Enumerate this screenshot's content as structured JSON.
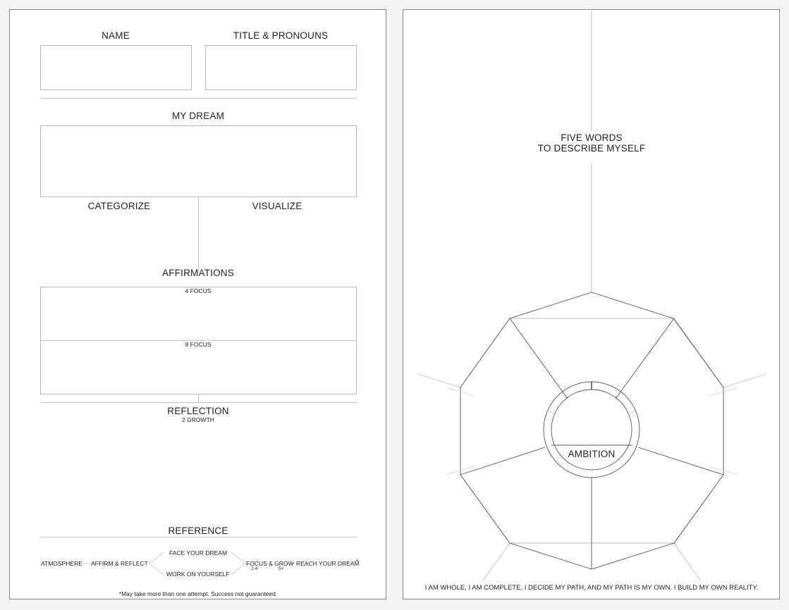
{
  "left_page": {
    "name_label": "NAME",
    "title_pronouns_label": "TITLE & PRONOUNS",
    "my_dream_label": "MY DREAM",
    "categorize_label": "CATEGORIZE",
    "visualize_label": "VISUALIZE",
    "affirmations_label": "AFFIRMATIONS",
    "four_focus_label": "4 FOCUS",
    "eight_focus_label": "8 FOCUS",
    "reflection_label": "REFLECTION",
    "two_growth_label": "2 GROWTH",
    "reference": {
      "title": "REFERENCE",
      "atmosphere": "ATMOSPHERE",
      "affirm_reflect": "AFFIRM & REFLECT",
      "face_your_dream": "FACE YOUR DREAM",
      "work_on_yourself": "WORK ON YOURSELF",
      "focus_grow": "FOCUS & GROW",
      "range_a": "2-4",
      "range_b": "5+",
      "reach_your_dream": "REACH YOUR DREAM",
      "asterisk": "*"
    },
    "footnote": "*May take more than one attempt. Success not guaranteed."
  },
  "right_page": {
    "five_words_line1": "FIVE WORDS",
    "five_words_line2": "TO DESCRIBE MYSELF",
    "ambition_label": "AMBITION",
    "mantra": "I AM WHOLE, I AM COMPLETE. I DECIDE MY PATH, AND MY PATH IS MY OWN. I BUILD MY OWN REALITY."
  }
}
